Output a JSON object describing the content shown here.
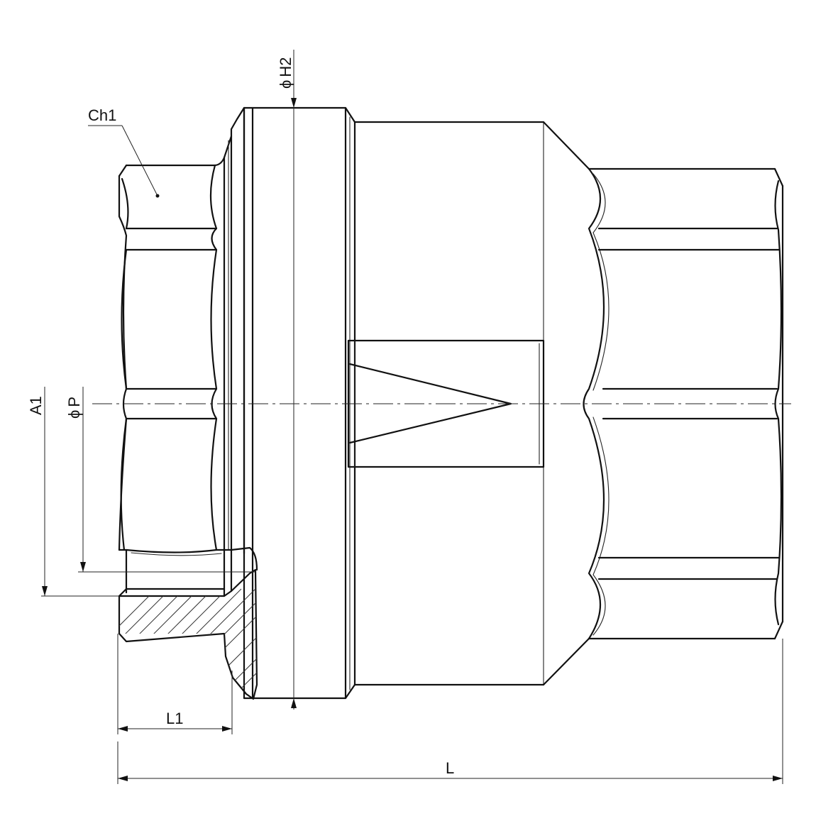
{
  "labels": {
    "ch1": "Ch1",
    "h2_symbol": "ϕ",
    "h2": "H2",
    "a1": "A1",
    "p_symbol": "ϕ",
    "p": "P",
    "l1": "L1",
    "l": "L"
  }
}
